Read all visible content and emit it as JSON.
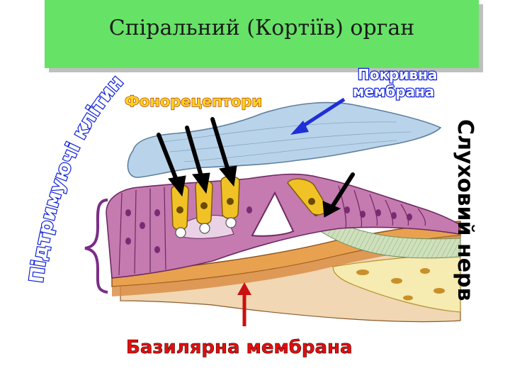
{
  "title": "Спіральний (Кортіїв) орган",
  "labels": {
    "supporting_cells": "Підтримуючі клітини",
    "phonoreceptors": "Фонорецептори",
    "tectorial_line1": "Покривна",
    "tectorial_line2": "мембрана",
    "auditory_nerve": "Слуховий нерв",
    "basilar_membrane": "Базилярна мембрана"
  },
  "colors": {
    "title_bg": "#66e266",
    "tectorial_membrane": "#b9d4ea",
    "cells": "#c57ab0",
    "hair_cells": "#f0c226",
    "basilar": "#e8a24f",
    "nerve": "#c9dcb7",
    "bone": "#f5e9a8",
    "arrow_black": "#000000",
    "arrow_blue": "#1f2fd6",
    "arrow_red": "#cc1010",
    "brace": "#7a2d86"
  }
}
